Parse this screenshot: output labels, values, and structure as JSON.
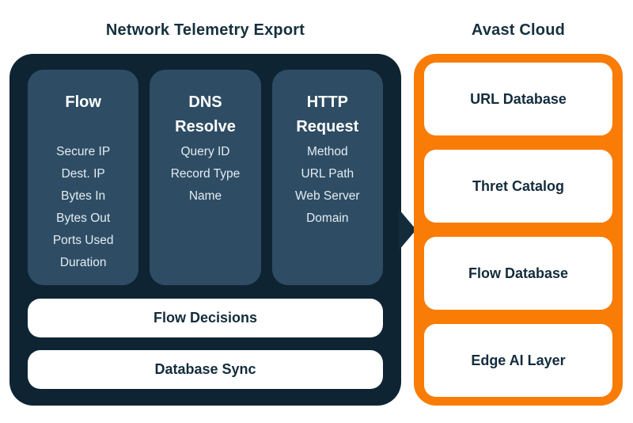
{
  "titles": {
    "left": "Network Telemetry Export",
    "right": "Avast Cloud"
  },
  "colors": {
    "panel_dark": "#0e2432",
    "column_bg": "#2e4d64",
    "orange": "#f97c06",
    "text_dark_navy": "#132c3c",
    "text_light": "#e4ecf2",
    "white_box": "#ffffff"
  },
  "telemetry_panel": {
    "columns": [
      {
        "title": "Flow",
        "items": [
          "Secure IP",
          "Dest. IP",
          "Bytes In",
          "Bytes Out",
          "Ports Used",
          "Duration"
        ]
      },
      {
        "title": "DNS Resolve",
        "items": [
          "Query ID",
          "Record Type",
          "Name"
        ]
      },
      {
        "title": "HTTP Request",
        "items": [
          "Method",
          "URL Path",
          "Web Server Domain"
        ]
      }
    ],
    "bars": [
      "Flow Decisions",
      "Database Sync"
    ]
  },
  "cloud_panel": {
    "boxes": [
      "URL Database",
      "Thret Catalog",
      "Flow Database",
      "Edge AI Layer"
    ]
  }
}
